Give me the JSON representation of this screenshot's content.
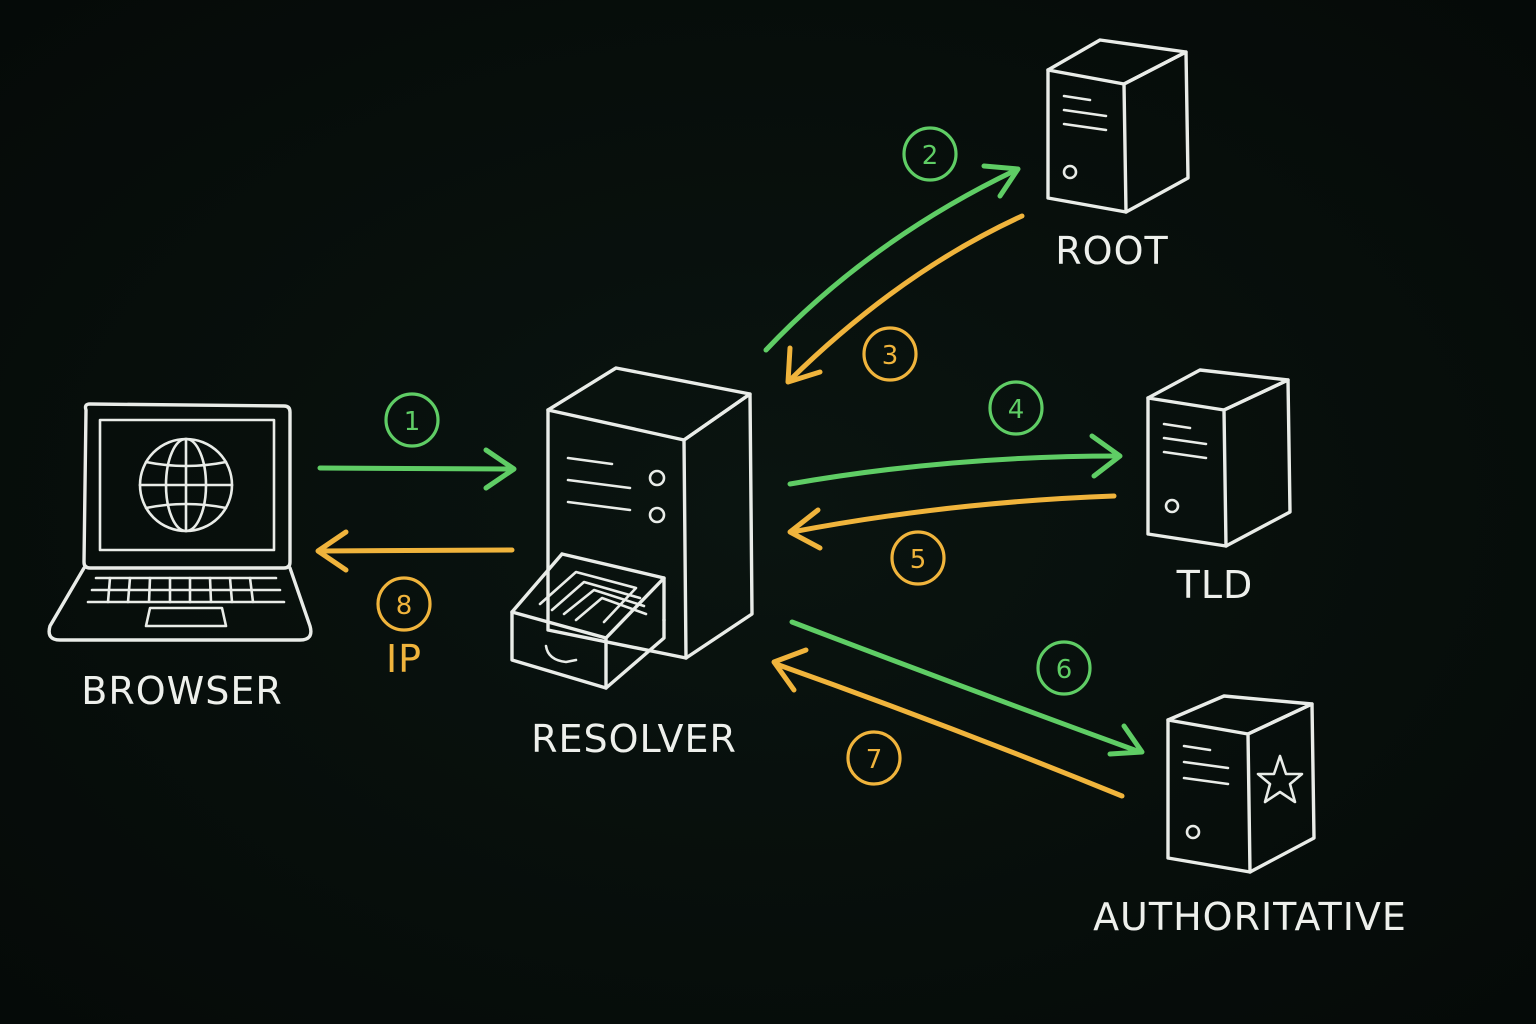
{
  "colors": {
    "background": "#060d0b",
    "chalk": "#e9ece8",
    "request": "#5fcd65",
    "response": "#f0b43c"
  },
  "nodes": {
    "browser": {
      "label": "BROWSER",
      "icon": "laptop-globe-icon"
    },
    "resolver": {
      "label": "RESOLVER",
      "icon": "server-cabinet-icon"
    },
    "root": {
      "label": "ROOT",
      "icon": "server-icon"
    },
    "tld": {
      "label": "TLD",
      "icon": "server-icon"
    },
    "authoritative": {
      "label": "AUTHORITATIVE",
      "icon": "server-star-icon"
    }
  },
  "steps": [
    {
      "num": "1",
      "kind": "request"
    },
    {
      "num": "2",
      "kind": "request"
    },
    {
      "num": "3",
      "kind": "response"
    },
    {
      "num": "4",
      "kind": "request"
    },
    {
      "num": "5",
      "kind": "response"
    },
    {
      "num": "6",
      "kind": "request"
    },
    {
      "num": "7",
      "kind": "response"
    },
    {
      "num": "8",
      "kind": "response"
    }
  ],
  "annotations": {
    "ip": "IP"
  }
}
